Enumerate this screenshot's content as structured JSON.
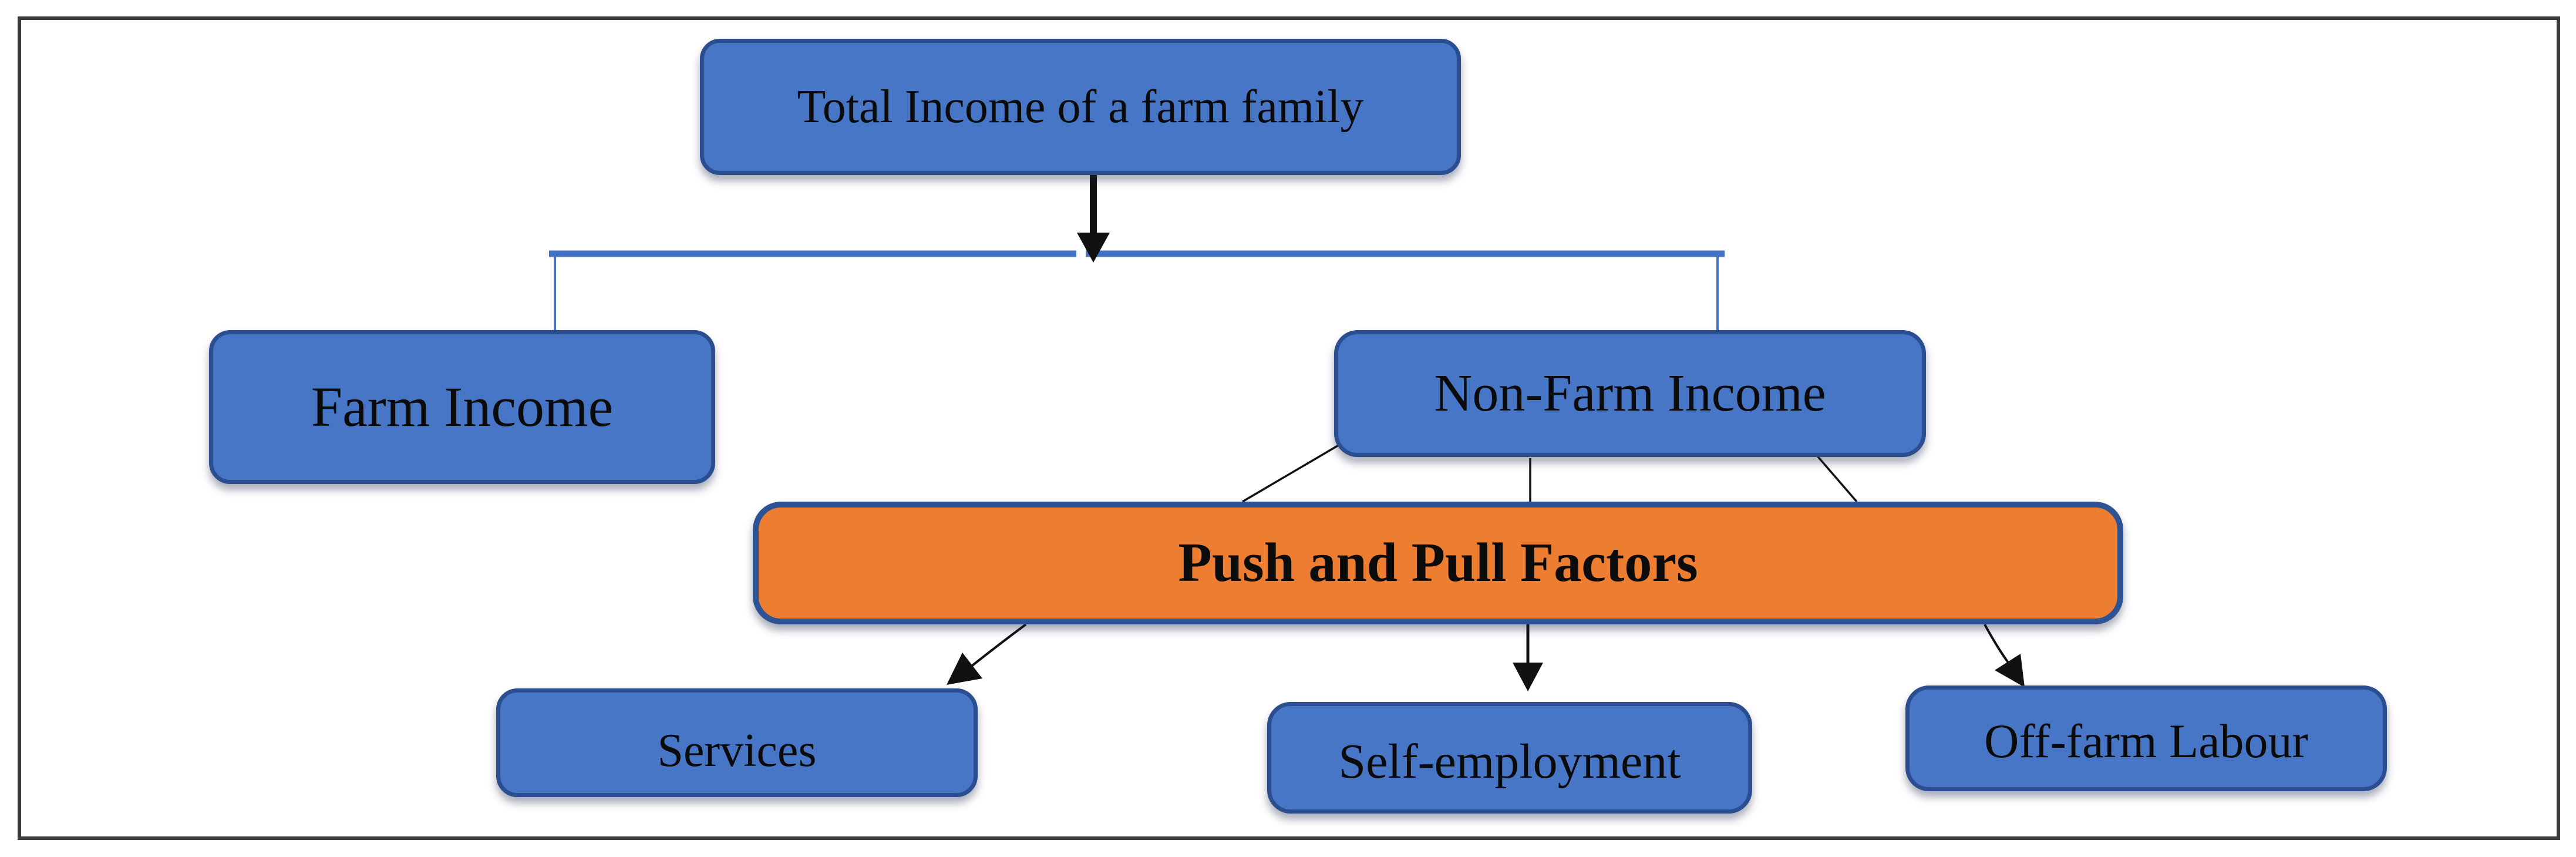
{
  "diagram": {
    "type": "flowchart",
    "nodes": {
      "total_income": {
        "label": "Total Income of a farm family",
        "role": "root"
      },
      "farm_income": {
        "label": "Farm Income",
        "role": "branch"
      },
      "non_farm_income": {
        "label": "Non-Farm Income",
        "role": "branch"
      },
      "push_pull": {
        "label": "Push and Pull Factors",
        "role": "highlight"
      },
      "services": {
        "label": "Services",
        "role": "leaf"
      },
      "self_employment": {
        "label": "Self-employment",
        "role": "leaf"
      },
      "off_farm_labour": {
        "label": "Off-farm Labour",
        "role": "leaf"
      }
    },
    "edges": [
      {
        "from": "total_income",
        "to": "farm_income",
        "style": "black-arrow-via-blue-elbow"
      },
      {
        "from": "total_income",
        "to": "non_farm_income",
        "style": "black-arrow-via-blue-elbow"
      },
      {
        "from": "non_farm_income",
        "to": "push_pull",
        "style": "plain-line-x3"
      },
      {
        "from": "push_pull",
        "to": "services",
        "style": "black-arrow"
      },
      {
        "from": "push_pull",
        "to": "self_employment",
        "style": "black-arrow"
      },
      {
        "from": "push_pull",
        "to": "off_farm_labour",
        "style": "black-arrow"
      }
    ],
    "colors": {
      "node_fill": "#4876C6",
      "node_border": "#2A4E8F",
      "highlight_fill": "#ED7D31",
      "highlight_border": "#2E5395",
      "connector_blue": "#4472C4",
      "arrow_black": "#111111",
      "frame_border": "#3B3B3B",
      "text": "#0B0B0B",
      "background": "#FFFFFF"
    }
  }
}
